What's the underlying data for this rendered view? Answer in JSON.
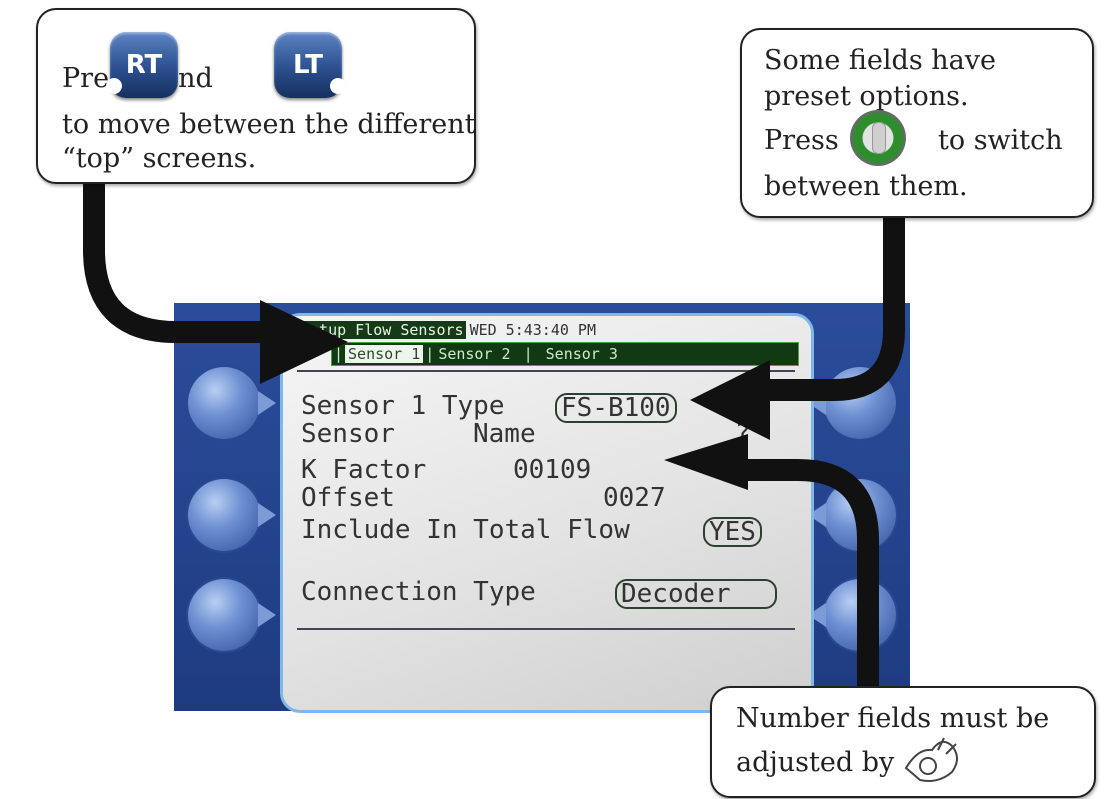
{
  "callout_top_left": {
    "line1_before": "Press",
    "line1_mid": "and",
    "button_rt": "RT",
    "button_lt": "LT",
    "line2": "to move between the different",
    "line3": "“top” screens."
  },
  "callout_top_right": {
    "line1": "Some fields have",
    "line2": "preset options.",
    "line3_before": "Press",
    "line3_after": "to switch",
    "line4": "between them."
  },
  "callout_bottom_right": {
    "line1": "Number fields must be",
    "line2": "adjusted by"
  },
  "screen": {
    "title": "Setup Flow Sensors",
    "datetime": "WED 5:43:40 PM",
    "tabs": {
      "selected": "Sensor 1",
      "others": [
        "Sensor 2",
        "Sensor 3"
      ]
    },
    "rows": {
      "sensor_type_label": "Sensor 1 Type",
      "sensor_type_value": "FS-B100",
      "sensor_name_label": "Sensor",
      "sensor_name_name": "Name",
      "sensor_name_value": "?",
      "k_factor_label": "K Factor",
      "k_factor_value": "00109",
      "offset_label": "Offset",
      "offset_value": "0027",
      "include_label": "Include In Total Flow",
      "include_value": "YES",
      "connection_label": "Connection Type",
      "connection_value": "Decoder"
    }
  },
  "colors": {
    "device_blue": "#1e3b80",
    "title_green": "#163a16",
    "screen_border": "#7fb8e8"
  },
  "icons": [
    "rt-button-icon",
    "lt-button-icon",
    "select-knob-icon",
    "pinch-hand-icon",
    "flow-arrow"
  ]
}
